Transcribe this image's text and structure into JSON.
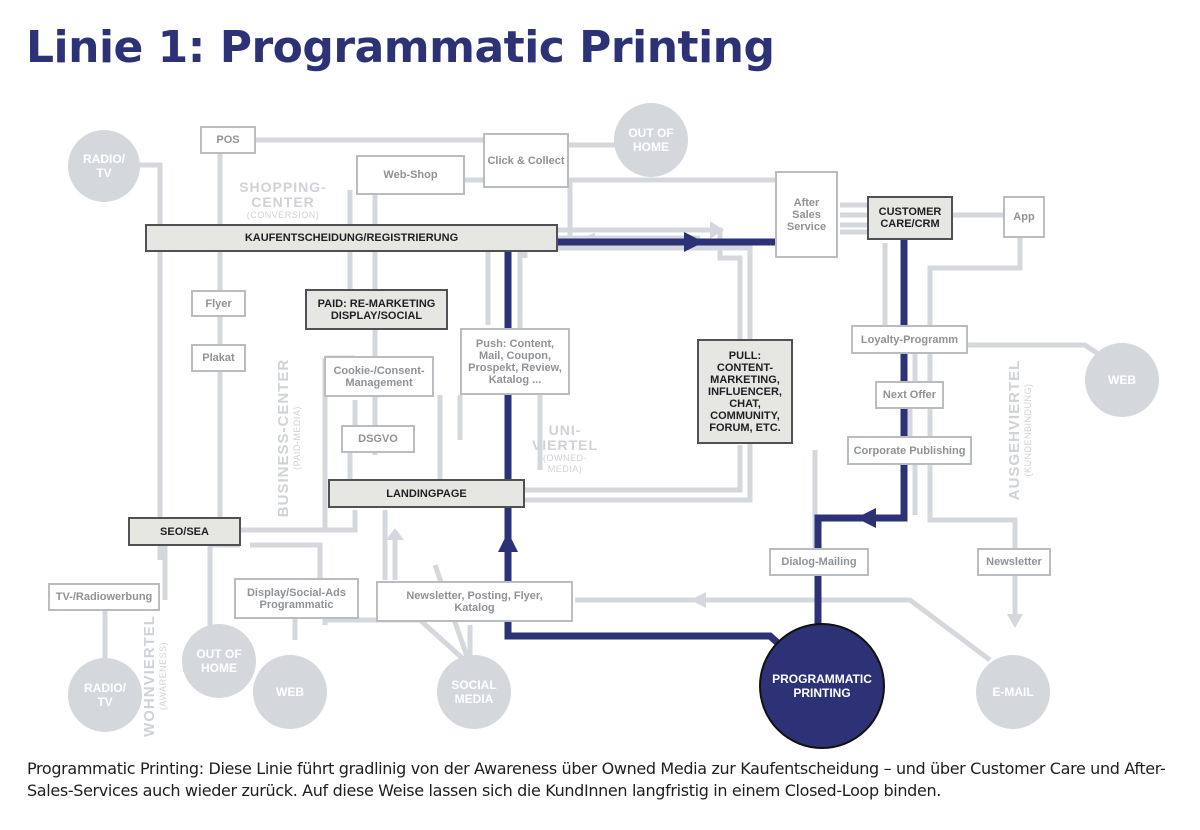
{
  "title": "Linie 1: Programmatic Printing",
  "caption": "Programmatic Printing: Diese Linie führt gradlinig von der Awareness über Owned Media zur Kaufentscheidung – und über Customer Care und After-Sales-Services auch wieder zurück. Auf diese Weise lassen sich die KundInnen langfristig in einem Closed-Loop binden.",
  "districts": {
    "shopping": {
      "main": "SHOPPING-\nCENTER",
      "sub": "(CONVERSION)"
    },
    "uni": {
      "main": "UNI-\nVIERTEL",
      "sub": "(OWNED-\nMEDIA)"
    },
    "business": {
      "main": "BUSINESS-CENTER",
      "sub": "(PAID-MEDIA)"
    },
    "ausgeh": {
      "main": "AUSGEHVIERTEL",
      "sub": "(KUNDENBINDUNG)"
    },
    "wohn": {
      "main": "WOHNVIERTEL",
      "sub": "(AWARENESS)"
    }
  },
  "circles": {
    "radio_tv_top": "RADIO/\nTV",
    "out_of_home_top": "OUT OF\nHOME",
    "web_right": "WEB",
    "radio_tv_bottom": "RADIO/\nTV",
    "out_of_home_bottom": "OUT OF\nHOME",
    "web_bottom": "WEB",
    "social_media": "SOCIAL\nMEDIA",
    "email": "E-MAIL",
    "programmatic_printing": "PROGRAMMATIC\nPRINTING"
  },
  "boxes": {
    "pos": "POS",
    "click_collect": "Click & Collect",
    "web_shop": "Web-Shop",
    "after_sales": "After\nSales\nService",
    "customer_care": "CUSTOMER\nCARE/CRM",
    "app": "App",
    "kaufentscheidung": "KAUFENTSCHEIDUNG/REGISTRIERUNG",
    "flyer": "Flyer",
    "paid_remarketing": "PAID: RE-MARKETING\nDISPLAY/SOCIAL",
    "push": "Push: Content,\nMail, Coupon,\nProspekt, Review,\nKatalog ...",
    "pull": "PULL:\nCONTENT-\nMARKETING,\nINFLUENCER,\nCHAT,\nCOMMUNITY,\nFORUM, ETC.",
    "loyalty": "Loyalty-Programm",
    "plakat": "Plakat",
    "cookie": "Cookie-/Consent-\nManagement",
    "next_offer": "Next Offer",
    "dsgvo": "DSGVO",
    "corporate_publishing": "Corporate Publishing",
    "landingpage": "LANDINGPAGE",
    "seo_sea": "SEO/SEA",
    "dialog_mailing": "Dialog-Mailing",
    "newsletter_right": "Newsletter",
    "tv_radio": "TV-/Radiowerbung",
    "display_social_ads": "Display/Social-Ads\nProgrammatic",
    "newsletter_posting": "Newsletter, Posting, Flyer,\nKatalog"
  },
  "colors": {
    "title": "#2d3277",
    "route": "#2d3277",
    "line": "#d4d7db",
    "node_circle": "#d4d7db",
    "programmatic_printing": "#2d3277"
  }
}
